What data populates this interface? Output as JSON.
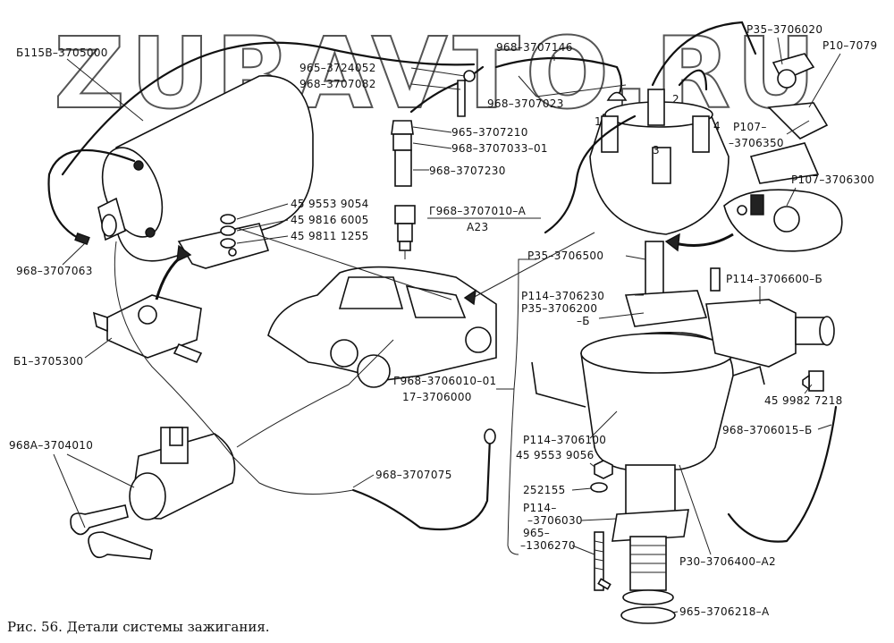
{
  "watermark": "ZURAVTO.RU",
  "caption": "Рис. 56. Детали системы зажигания.",
  "labels": {
    "coil": "Б115В–3705000",
    "hv_wire_coil": "968–3707063",
    "wire_965_3724052": "965–3724052",
    "wire_968_3707082": "968–3707082",
    "wire_968_3707146": "968–3707146",
    "wire_968_3707023": "968–3707023",
    "cap_p35": "Р35–3706020",
    "rotor_p10": "Р10–7079",
    "p107_3706350": "Р107–\n–3706350",
    "tip_965_3707210": "965–3707210",
    "tip_968_3707033": "968–3707033–01",
    "tip_968_3707230": "968–3707230",
    "nut_1": "45 9553 9054",
    "nut_2": "45 9816 6005",
    "nut_3": "45 9811 1255",
    "plug": "Г968–3707010–А",
    "plug_code": "А23",
    "p107_3706300": "Р107–3706300",
    "p35_3706500": "Р35–3706500",
    "p114_3706230": "Р114–3706230",
    "p35_3706200": "Р35–3706200",
    "b_suffix": "–Б",
    "p114_3706600": "Р114–3706600–Б",
    "switch": "Б1–3705300",
    "distributor": "Г968–3706010–01",
    "distributor_2": "17–3706000",
    "p114_3706100": "Р114–3706100",
    "washer_459553": "45 9553 9056",
    "washer_252155": "252155",
    "p114_3706030_a": "Р114–",
    "p114_3706030_b": "–3706030",
    "p965_a": "965–",
    "p965_b": "–1306270",
    "sensor": "45 9982 7218",
    "tube": "968–3706015–Б",
    "lock": "968А–3704010",
    "ground_wire": "968–3707075",
    "p30": "Р30–3706400–А2",
    "gasket": "965–3706218–А",
    "num_1": "1",
    "num_2": "2",
    "num_3": "3",
    "num_4": "4"
  }
}
